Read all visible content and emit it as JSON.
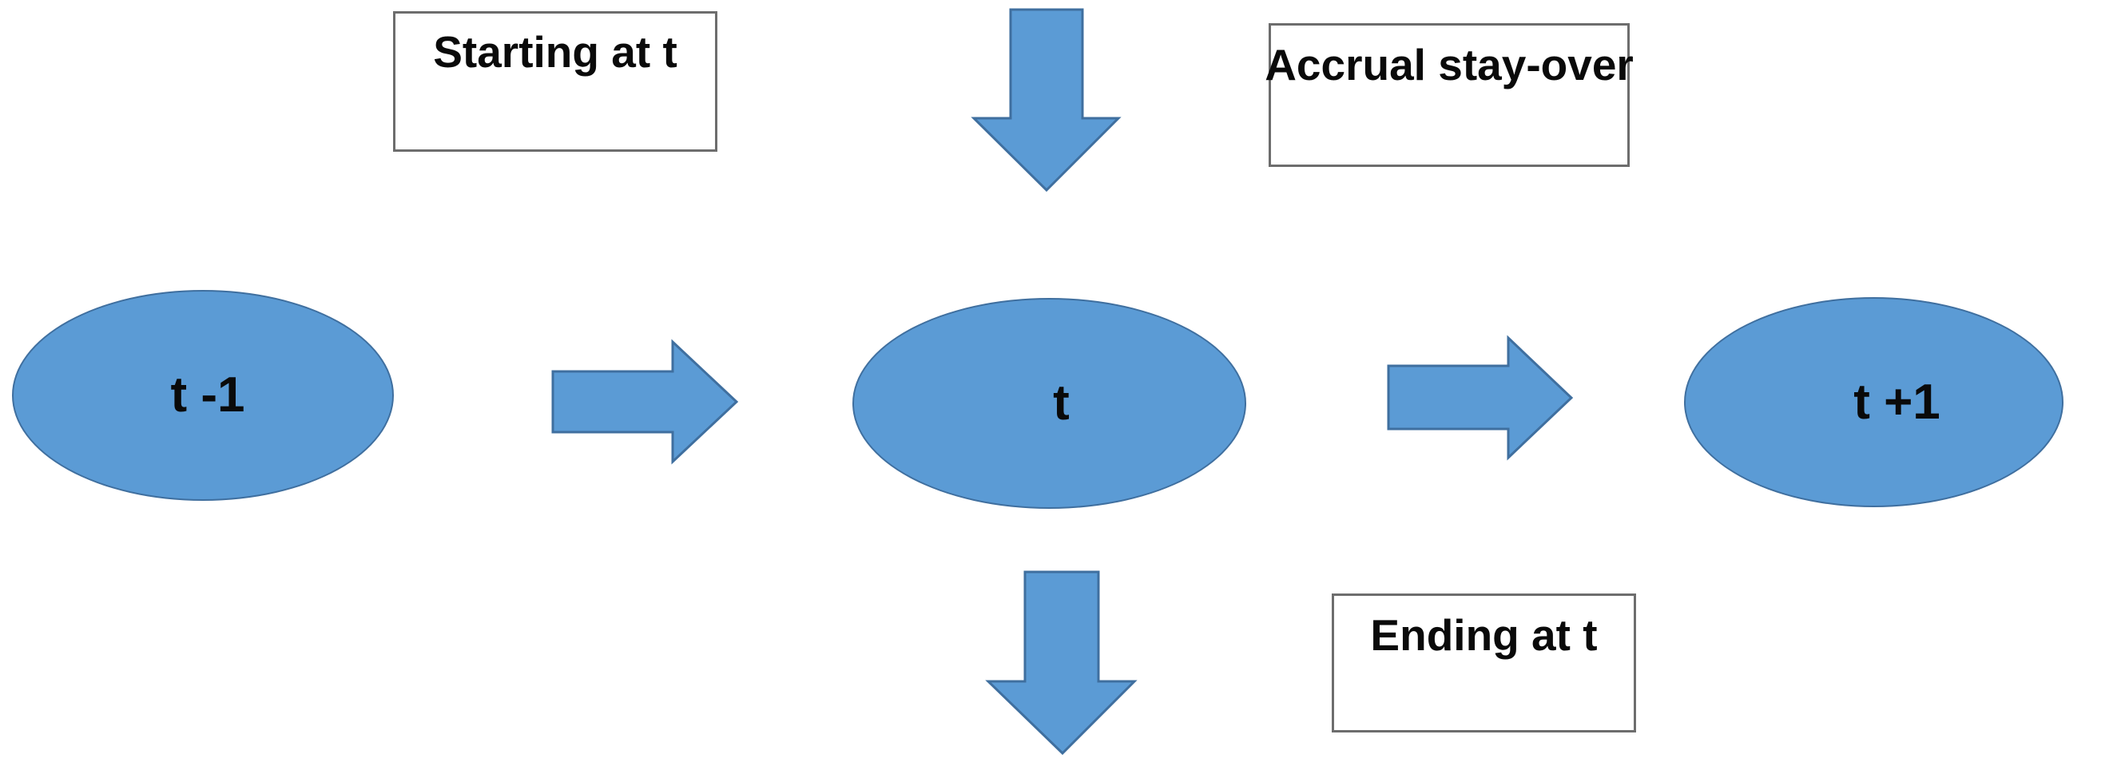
{
  "diagram": {
    "title": "Accrual period timeline diagram",
    "colors": {
      "shape_fill": "#5B9BD5",
      "shape_border": "#3F6F9F",
      "box_border": "#6D6D6D",
      "background": "#FFFFFF",
      "text": "#0A0A0A"
    },
    "nodes": [
      {
        "id": "t-minus-1",
        "label": "t -1"
      },
      {
        "id": "t",
        "label": "t"
      },
      {
        "id": "t-plus-1",
        "label": "t +1"
      }
    ],
    "labels": [
      {
        "id": "starting",
        "text": "Starting at t"
      },
      {
        "id": "accrual",
        "text": "Accrual stay-over"
      },
      {
        "id": "ending",
        "text": "Ending at t"
      }
    ],
    "connectors": [
      {
        "id": "right-1",
        "icon": "arrow-right-icon",
        "from": "t -1",
        "to": "t"
      },
      {
        "id": "right-2",
        "icon": "arrow-right-icon",
        "from": "t",
        "to": "t +1"
      },
      {
        "id": "down-top",
        "icon": "arrow-down-icon",
        "from": "Starting at t",
        "to": "t"
      },
      {
        "id": "down-bottom",
        "icon": "arrow-down-icon",
        "from": "t",
        "to": "Ending at t"
      }
    ]
  }
}
